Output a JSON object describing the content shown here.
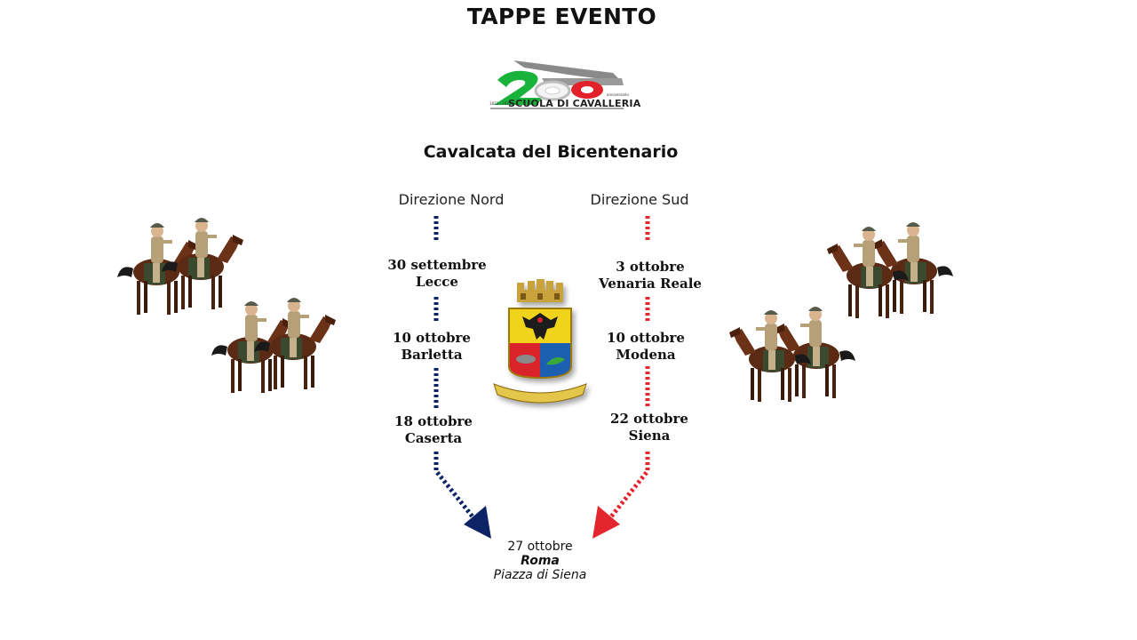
{
  "title": "TAPPE EVENTO",
  "logo": {
    "text": "SCUOLA DI CAVALLERIA",
    "years": "1823 - 2023",
    "anniversary": "anniversario",
    "colors": {
      "green": "#19b23a",
      "white": "#f4f4f4",
      "red": "#e3212b",
      "grey": "#8a8a8a"
    }
  },
  "subtitle": "Cavalcata del Bicentenario",
  "north": {
    "label": "Direzione Nord",
    "color": "#0c2465",
    "stops": [
      {
        "date": "30 settembre",
        "city": "Lecce"
      },
      {
        "date": "10 ottobre",
        "city": "Barletta"
      },
      {
        "date": "18 ottobre",
        "city": "Caserta"
      }
    ]
  },
  "south": {
    "label": "Direzione Sud",
    "color": "#e3262d",
    "stops": [
      {
        "date": "3 ottobre",
        "city": "Venaria Reale"
      },
      {
        "date": "10 ottobre",
        "city": "Modena"
      },
      {
        "date": "22 ottobre",
        "city": "Siena"
      }
    ]
  },
  "finale": {
    "date": "27 ottobre",
    "city": "Roma",
    "place": "Piazza di Siena"
  },
  "icons": [
    "logo-200-anni-icon",
    "coat-of-arms-icon",
    "cavalry-riders-illustration"
  ]
}
